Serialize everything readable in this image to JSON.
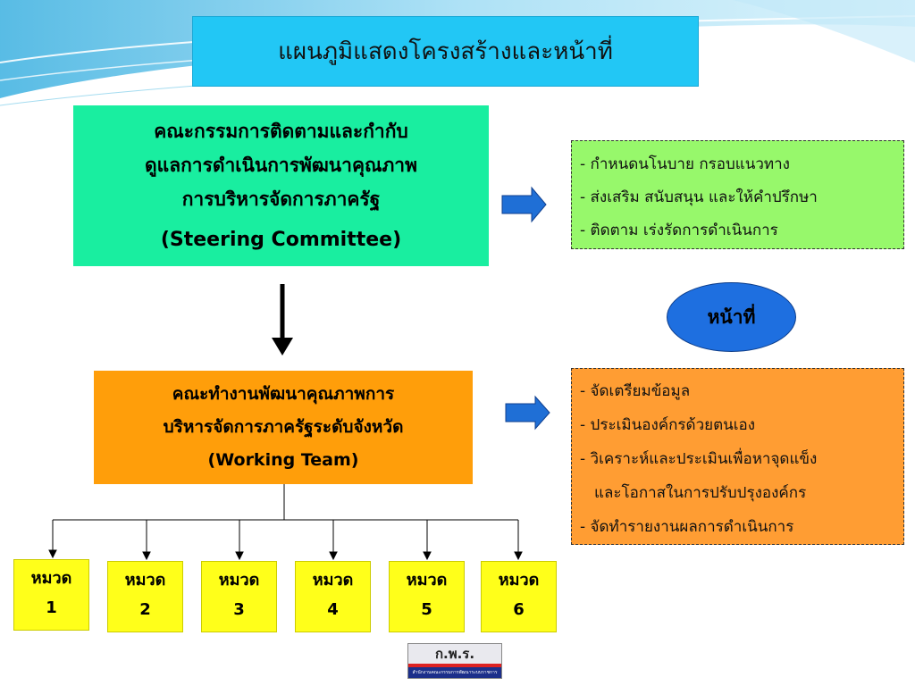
{
  "title": "แผนภูมิแสดงโครงสร้างและหน้าที่",
  "steering": {
    "lines": [
      "คณะกรรมการติดตามและกำกับ",
      "ดูแลการดำเนินการพัฒนาคุณภาพ",
      "การบริหารจัดการภาครัฐ"
    ],
    "en": "(Steering Committee)"
  },
  "working": {
    "lines": [
      "คณะทำงานพัฒนาคุณภาพการ",
      "บริหารจัดการภาครัฐระดับจังหวัด"
    ],
    "en": "(Working Team)"
  },
  "role_label": "หน้าที่",
  "steering_duties": [
    "- กำหนดนโนบาย กรอบแนวทาง",
    "- ส่งเสริม สนับสนุน และให้คำปรึกษา",
    "- ติดตาม เร่งรัดการดำเนินการ"
  ],
  "working_duties": [
    "- จัดเตรียมข้อมูล",
    "- ประเมินองค์กรด้วยตนเอง",
    "- วิเคราะห์และประเมินเพื่อหาจุดแข็ง",
    "และโอกาสในการปรับปรุงองค์กร",
    "- จัดทำรายงานผลการดำเนินการ"
  ],
  "categories": [
    {
      "label": "หมวด",
      "num": "1"
    },
    {
      "label": "หมวด",
      "num": "2"
    },
    {
      "label": "หมวด",
      "num": "3"
    },
    {
      "label": "หมวด",
      "num": "4"
    },
    {
      "label": "หมวด",
      "num": "5"
    },
    {
      "label": "หมวด",
      "num": "6"
    }
  ],
  "logo": {
    "text": "ก.พ.ร.",
    "subtext": "สำนักงานคณะกรรมการพัฒนาระบบราชการ"
  },
  "colors": {
    "title_bg": "#22c7f5",
    "steering_bg": "#19eea0",
    "working_bg": "#ff9e0a",
    "duty_green": "#97f86b",
    "duty_orange": "#ff9d33",
    "ellipse": "#1e6fe0",
    "category": "#ffff1a",
    "arrow": "#1f6fd6"
  }
}
